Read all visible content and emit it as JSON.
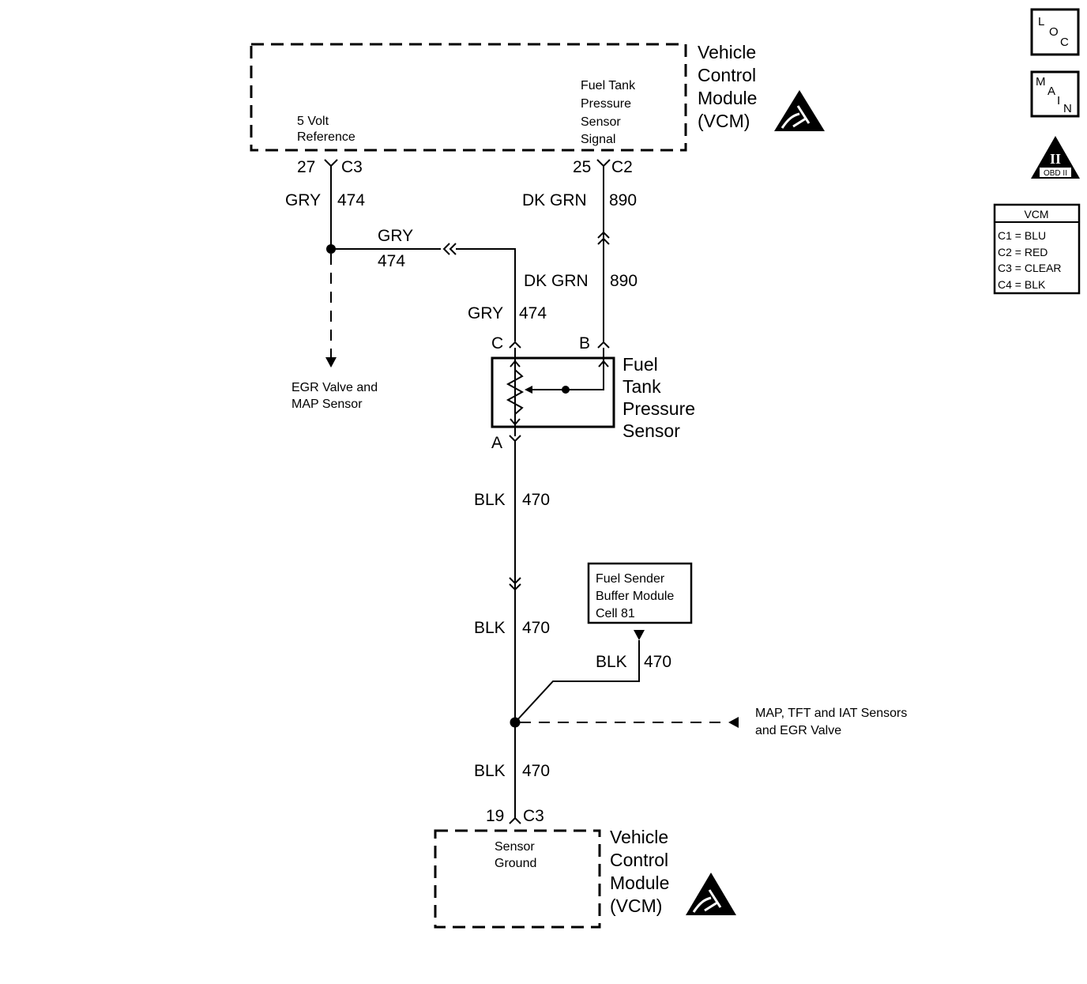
{
  "vcm_top": {
    "title_lines": [
      "Vehicle",
      "Control",
      "Module",
      "(VCM)"
    ],
    "pin_5v_label": [
      "5 Volt",
      "Reference"
    ],
    "pin_signal_label": [
      "Fuel Tank",
      "Pressure",
      "Sensor",
      "Signal"
    ]
  },
  "connectors": {
    "top_left": {
      "pin": "27",
      "conn": "C3"
    },
    "top_right": {
      "pin": "25",
      "conn": "C2"
    },
    "bottom": {
      "pin": "19",
      "conn": "C3"
    }
  },
  "wires": {
    "gry_color": "GRY",
    "gry_circuit": "474",
    "dkgrn_color": "DK GRN",
    "dkgrn_circuit": "890",
    "blk_color": "BLK",
    "blk_circuit": "470"
  },
  "sensor": {
    "title_lines": [
      "Fuel",
      "Tank",
      "Pressure",
      "Sensor"
    ],
    "pin_c": "C",
    "pin_b": "B",
    "pin_a": "A"
  },
  "egr_note": [
    "EGR Valve and",
    "MAP Sensor"
  ],
  "buffer_module": [
    "Fuel Sender",
    "Buffer Module",
    "Cell 81"
  ],
  "map_note": [
    "MAP, TFT and IAT Sensors",
    "and EGR Valve"
  ],
  "vcm_bottom": {
    "title_lines": [
      "Vehicle",
      "Control",
      "Module",
      "(VCM)"
    ],
    "pin_label": [
      "Sensor",
      "Ground"
    ]
  },
  "legend": {
    "loc_icon": [
      "L",
      "O",
      "C"
    ],
    "main_icon": [
      "M",
      "A",
      "I",
      "N"
    ],
    "obd_icon": {
      "numeral": "II",
      "text": "OBD II"
    },
    "vcm_table_title": "VCM",
    "vcm_table_rows": [
      "C1 = BLU",
      "C2 = RED",
      "C3 = CLEAR",
      "C4 = BLK"
    ]
  }
}
